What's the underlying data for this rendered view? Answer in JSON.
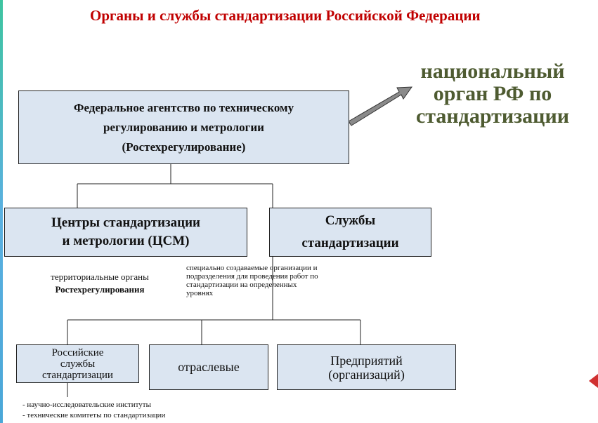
{
  "title": "Органы и службы стандартизации Российской Федерации",
  "national_label": {
    "line1": "национальный",
    "line2": "орган РФ по",
    "line3": "стандартизации"
  },
  "federal_agency": {
    "line1": "Федеральное агентство по техническому",
    "line2": "регулированию и метрологии",
    "line3": "(Ростехрегулирование)"
  },
  "csm_box": {
    "line1": "Центры стандартизации",
    "line2": "и метрологии (ЦСМ)"
  },
  "services_box": {
    "line1": "Службы",
    "line2": "стандартизации"
  },
  "territorial_note": {
    "line1": "территориальные органы",
    "line2": "Ростехрегулирования"
  },
  "special_note": {
    "line1": "специально создаваемые организации и",
    "line2": "подразделения для проведения работ по",
    "line3": "стандартизации на определенных",
    "line4": "уровнях"
  },
  "russian_services_box": {
    "line1": "Российские",
    "line2": "службы",
    "line3": "стандартизации"
  },
  "sectoral_box": "отраслевые",
  "enterprises_box": {
    "line1": "Предприятий",
    "line2": "(организаций)"
  },
  "bullets": [
    "- научно-исследовательские институты",
    "- технические комитеты по стандартизации"
  ],
  "colors": {
    "title": "#c00000",
    "box_fill": "#dbe5f1",
    "national_text": "#4e5b31",
    "arrow": "#7f7f7f"
  }
}
